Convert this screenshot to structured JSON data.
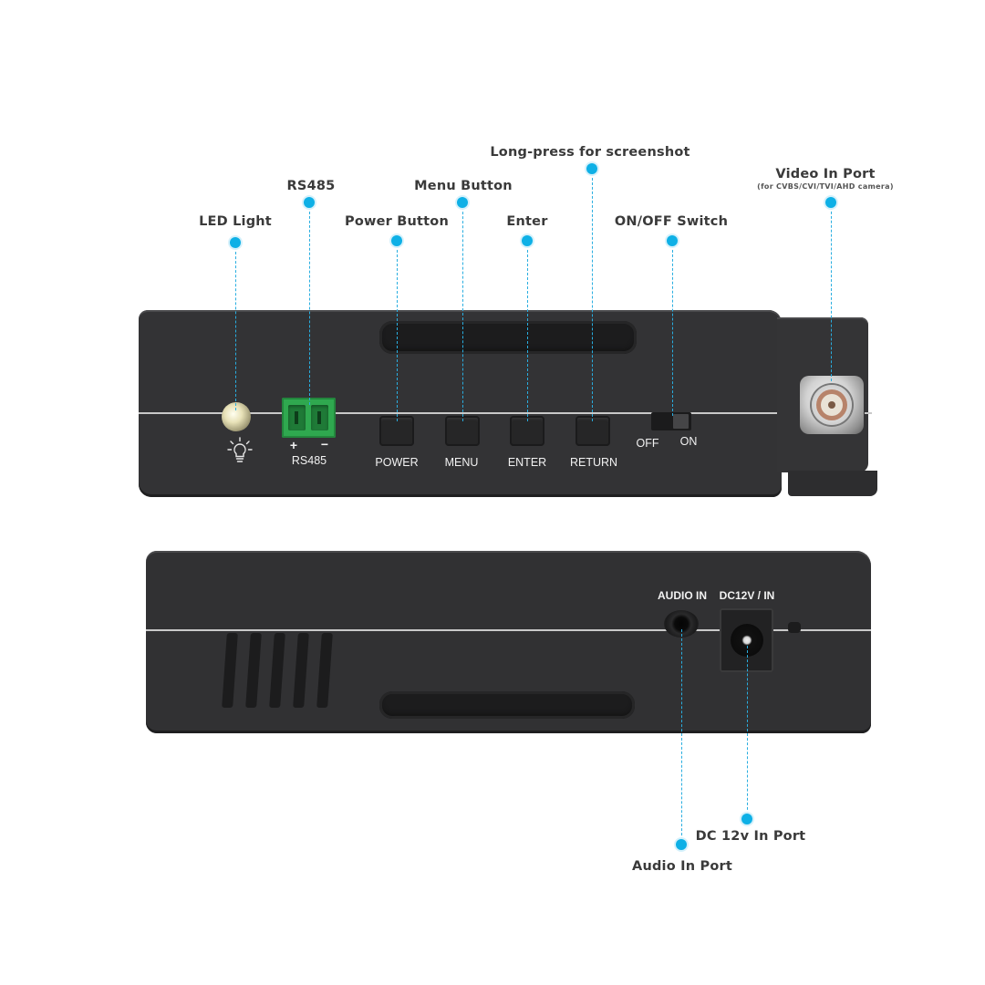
{
  "callouts": {
    "led_light": "LED Light",
    "rs485": "RS485",
    "power_button": "Power Button",
    "menu_button": "Menu Button",
    "enter": "Enter",
    "long_press": "Long-press for screenshot",
    "on_off_switch": "ON/OFF Switch",
    "video_in_port": "Video In Port",
    "video_in_sub": "(for CVBS/CVI/TVI/AHD camera)",
    "audio_in_port": "Audio In Port",
    "dc_in_port": "DC 12v In Port"
  },
  "device_top": {
    "rs485_plus": "+",
    "rs485_minus": "−",
    "rs485_label": "RS485",
    "power_label": "POWER",
    "menu_label": "MENU",
    "enter_label": "ENTER",
    "return_label": "RETURN",
    "off_label": "OFF",
    "on_label": "ON"
  },
  "device_bottom": {
    "audio_in_label": "AUDIO IN",
    "dc_in_label": "DC12V / IN"
  },
  "colors": {
    "accent": "#0eb0e6",
    "body": "#333335",
    "terminal_green": "#2fa84f"
  }
}
